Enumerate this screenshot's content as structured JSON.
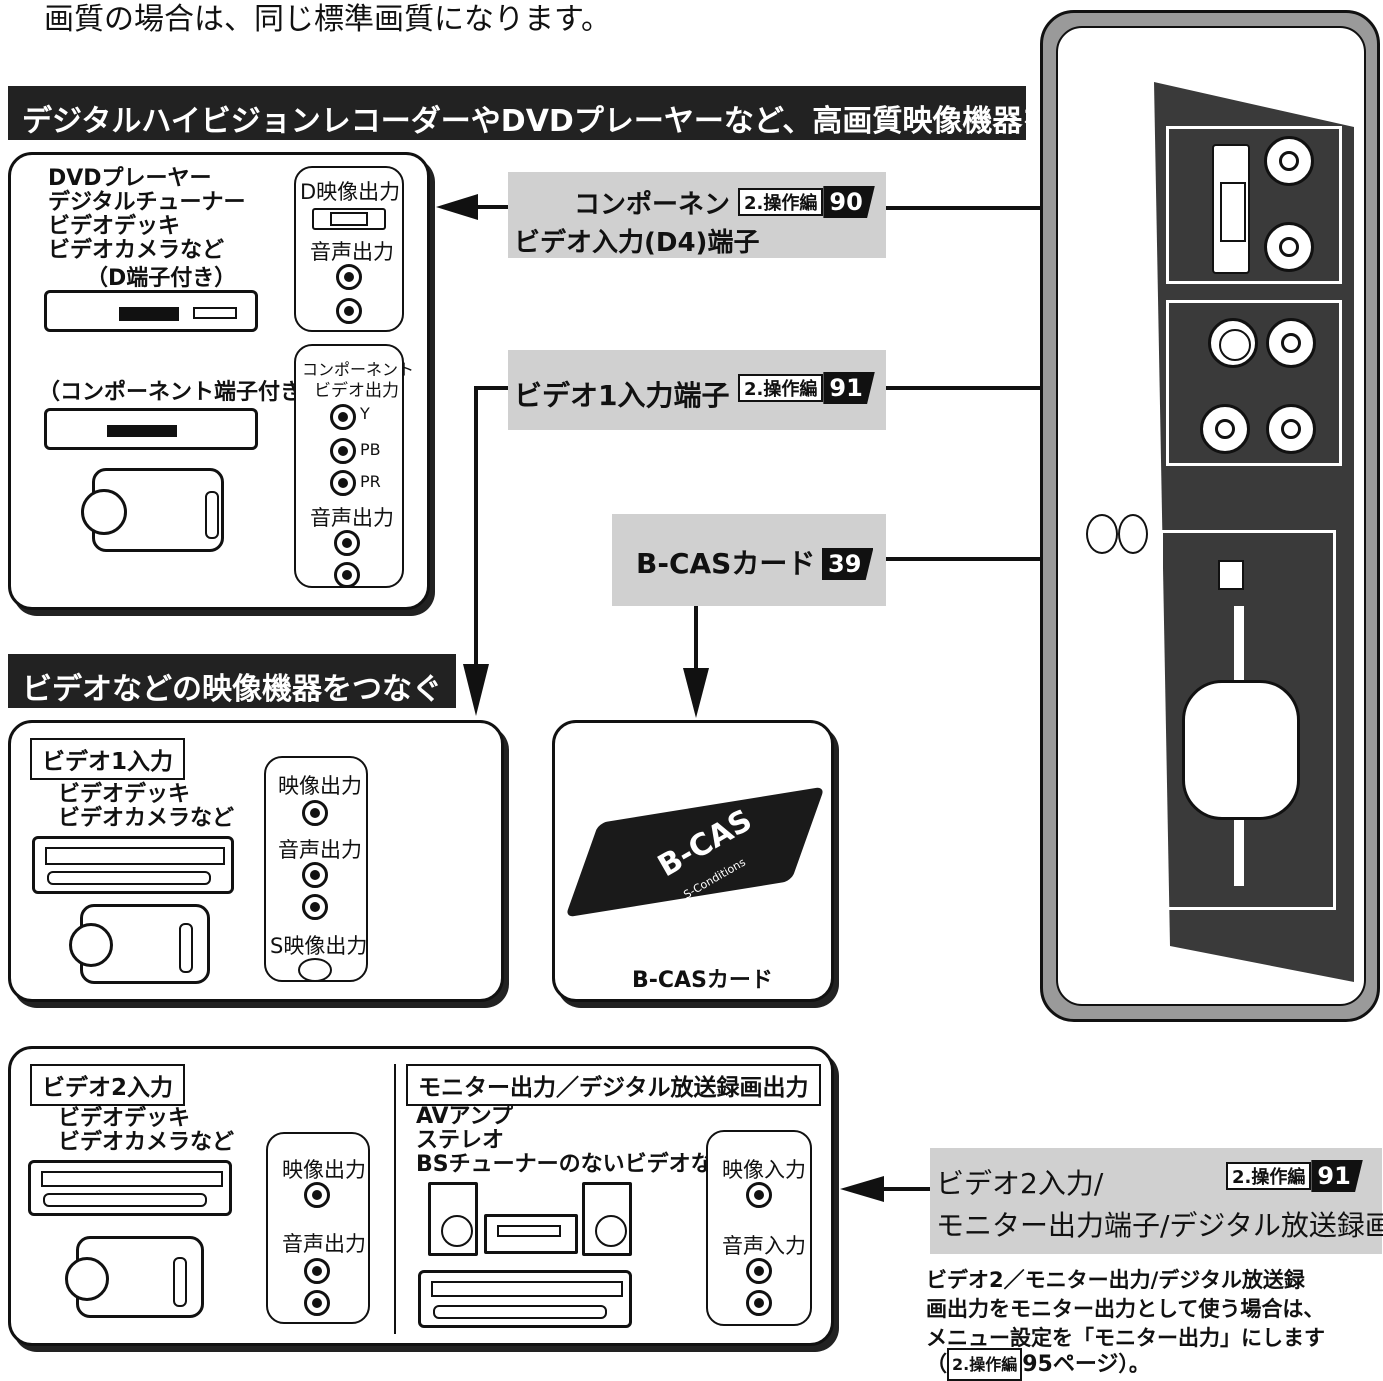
{
  "top_text": "画質の場合は、同じ標準画質になります。",
  "headings": {
    "hd": "デジタルハイビジョンレコーダーやDVDプレーヤーなど、高画質映像機器をつなぐ",
    "video": "ビデオなどの映像機器をつなぐ"
  },
  "hd_box": {
    "devices": [
      "DVDプレーヤー",
      "デジタルチューナー",
      "ビデオデッキ",
      "ビデオカメラなど"
    ],
    "d_terminal_note": "（D端子付き）",
    "component_note": "（コンポーネント端子付き）",
    "d_out_label": "D映像出力",
    "audio_out_label": "音声出力",
    "component_label_1": "コンポーネント",
    "component_label_2": "ビデオ出力",
    "y_label": "Y",
    "pb_label": "PB",
    "pr_label": "PR",
    "audio_out_label_2": "音声出力"
  },
  "callouts": {
    "component": {
      "line1": "コンポーネント",
      "line2": "ビデオ入力(D4)端子",
      "ref_label": "2.操作編",
      "ref_page": "90"
    },
    "video1": {
      "text": "ビデオ1入力端子",
      "ref_label": "2.操作編",
      "ref_page": "91"
    },
    "bcas": {
      "text": "B-CASカード",
      "ref_page": "39"
    },
    "video2": {
      "line1": "ビデオ2入力/",
      "line2": "モニター出力端子/デジタル放送録画出力",
      "ref_label": "2.操作編",
      "ref_page": "91"
    }
  },
  "video1_box": {
    "title": "ビデオ1入力",
    "devices": [
      "ビデオデッキ",
      "ビデオカメラなど"
    ],
    "video_out": "映像出力",
    "audio_out": "音声出力",
    "s_video_out": "S映像出力"
  },
  "bcas_box": {
    "card_text": "B-CAS",
    "card_sub": "S-Conditions",
    "caption": "B-CASカード"
  },
  "video2_box": {
    "title": "ビデオ2入力",
    "devices": [
      "ビデオデッキ",
      "ビデオカメラなど"
    ],
    "video_out": "映像出力",
    "audio_out": "音声出力"
  },
  "monitor_box": {
    "title": "モニター出力／デジタル放送録画出力",
    "devices": [
      "AVアンプ",
      "ステレオ",
      "BSチューナーのないビデオなど"
    ],
    "video_in": "映像入力",
    "audio_in": "音声入力"
  },
  "note": {
    "line1": "ビデオ2／モニター出力/デジタル放送録",
    "line2": "画出力をモニター出力として使う場合は、",
    "line3": "メニュー設定を「モニター出力」にします",
    "line4_prefix": "（",
    "line4_ref": "2.操作編",
    "line4_page": "95ページ",
    "line4_suffix": "）。"
  },
  "colors": {
    "dark": "#222222",
    "grey_callout": "#d0d0d0",
    "panel": "#3a3a3a"
  }
}
